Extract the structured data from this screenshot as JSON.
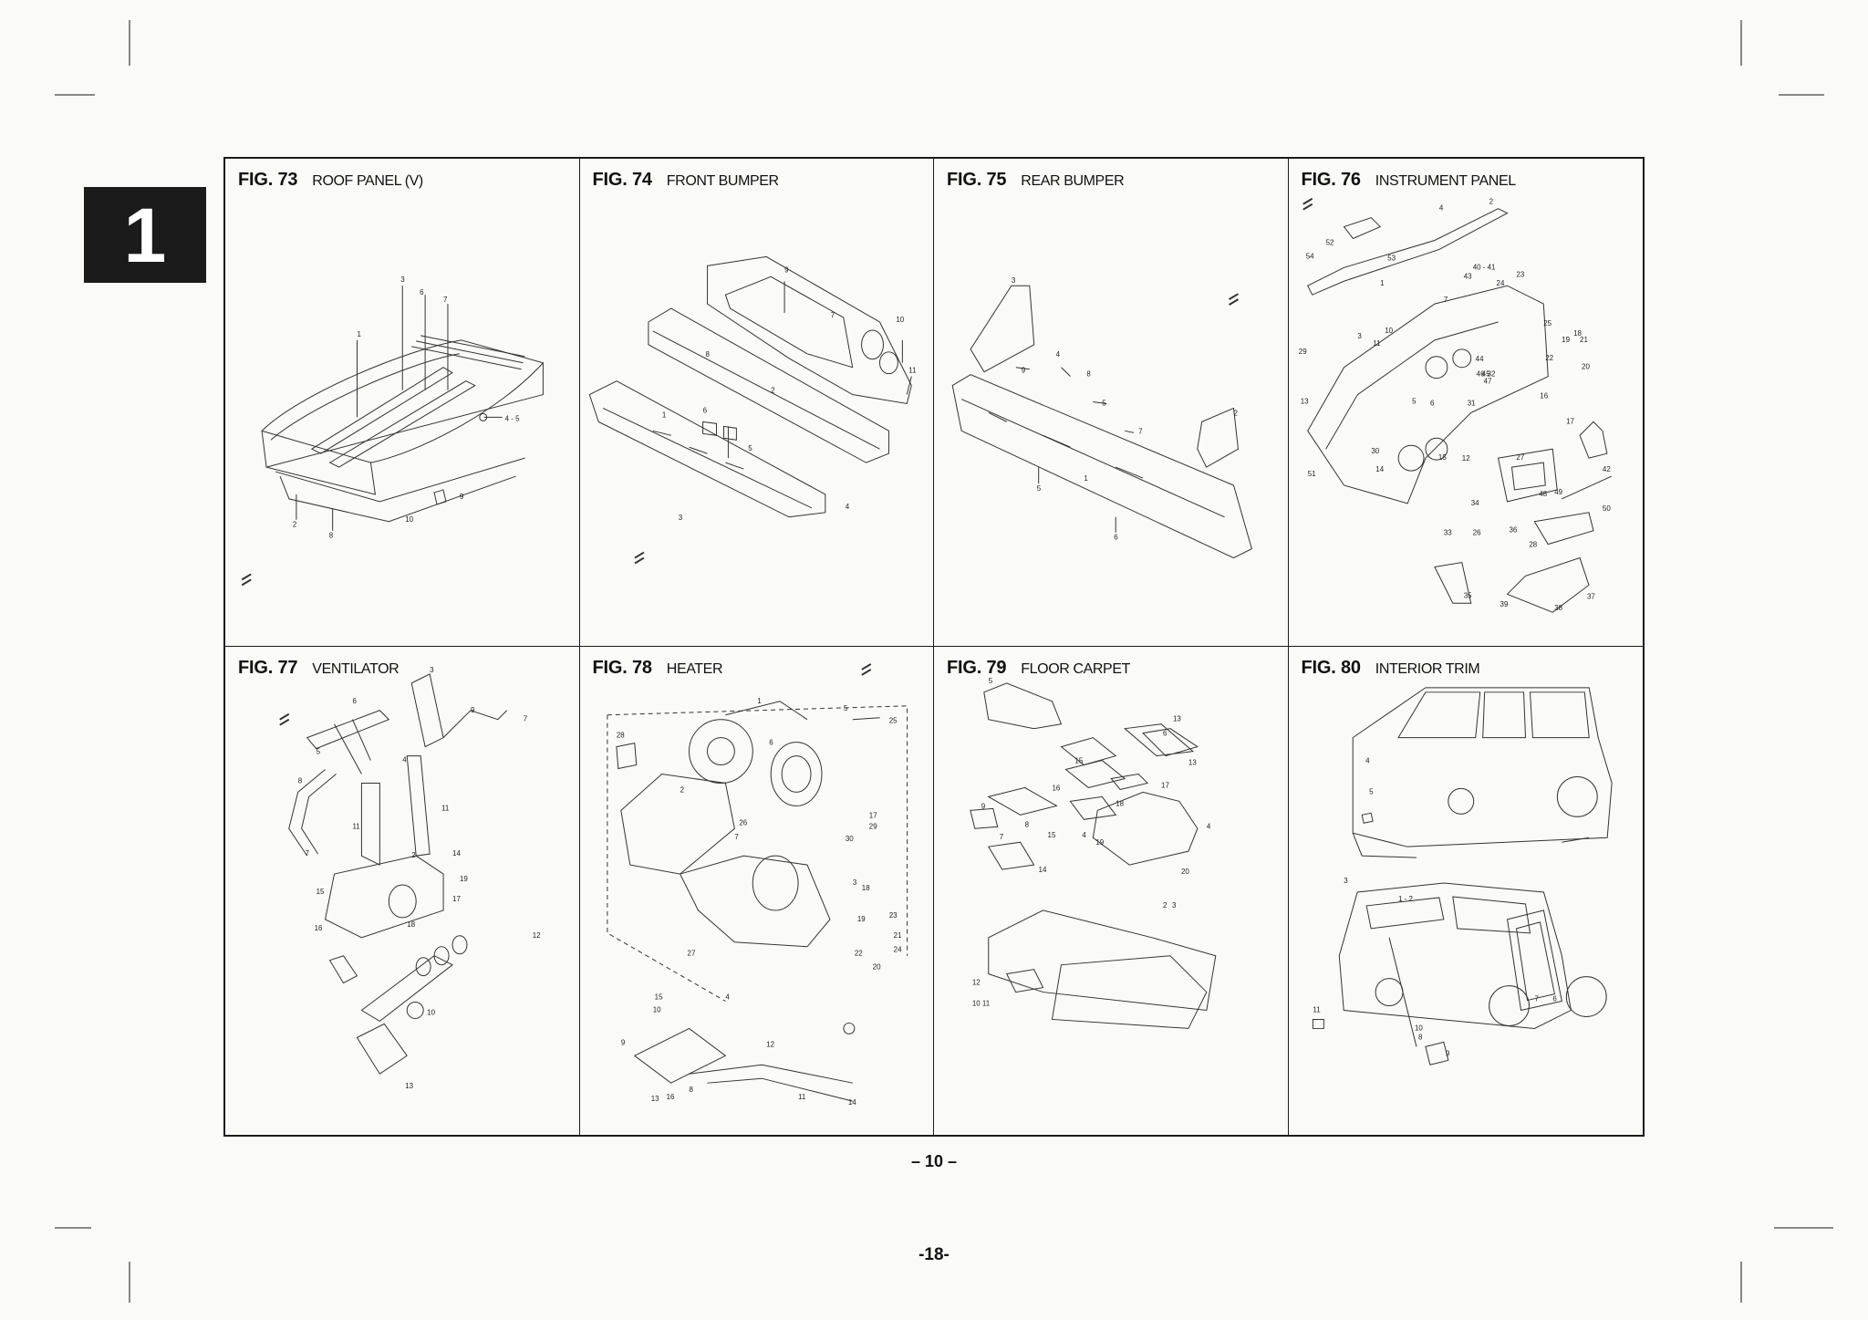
{
  "section_tab": "1",
  "figures": [
    {
      "number": "FIG. 73",
      "title": "ROOF PANEL (V)",
      "part_numbers": [
        "1",
        "2",
        "3",
        "4 - 5",
        "6",
        "7",
        "8",
        "9",
        "10"
      ]
    },
    {
      "number": "FIG. 74",
      "title": "FRONT BUMPER",
      "part_numbers": [
        "1",
        "2",
        "3",
        "4",
        "5",
        "6",
        "7",
        "8",
        "9",
        "10",
        "11"
      ]
    },
    {
      "number": "FIG. 75",
      "title": "REAR BUMPER",
      "part_numbers": [
        "1",
        "2",
        "3",
        "4",
        "5",
        "6",
        "7",
        "8",
        "9"
      ]
    },
    {
      "number": "FIG. 76",
      "title": "INSTRUMENT PANEL",
      "part_numbers": [
        "1",
        "2",
        "3",
        "4",
        "5",
        "6",
        "7",
        "10",
        "11",
        "12",
        "13",
        "14",
        "15",
        "16",
        "17",
        "18",
        "19",
        "20",
        "21",
        "22",
        "23",
        "24",
        "25",
        "26",
        "27",
        "28",
        "29",
        "30",
        "31",
        "32",
        "33",
        "34",
        "35",
        "36",
        "37",
        "38",
        "39",
        "40 - 41",
        "42",
        "43",
        "44",
        "45",
        "46",
        "47",
        "48",
        "49",
        "50",
        "51",
        "52",
        "53",
        "54"
      ]
    },
    {
      "number": "FIG. 77",
      "title": "VENTILATOR",
      "part_numbers": [
        "2",
        "3",
        "4",
        "5",
        "6",
        "7",
        "8",
        "9",
        "10",
        "11",
        "12",
        "13",
        "14",
        "15",
        "16",
        "17",
        "18",
        "19"
      ]
    },
    {
      "number": "FIG. 78",
      "title": "HEATER",
      "part_numbers": [
        "1",
        "2",
        "3",
        "4",
        "5",
        "6",
        "7",
        "8",
        "9",
        "10",
        "11",
        "12",
        "13",
        "14",
        "15",
        "16",
        "17",
        "18",
        "19",
        "20",
        "21",
        "22",
        "23",
        "24",
        "25",
        "26",
        "27",
        "28",
        "29",
        "30"
      ]
    },
    {
      "number": "FIG. 79",
      "title": "FLOOR CARPET",
      "part_numbers": [
        "2 3",
        "4",
        "5",
        "6",
        "7",
        "8",
        "9",
        "10 11",
        "12",
        "13",
        "14",
        "15",
        "16",
        "17",
        "18",
        "19",
        "20"
      ]
    },
    {
      "number": "FIG. 80",
      "title": "INTERIOR TRIM",
      "part_numbers": [
        "1 - 2",
        "3",
        "4",
        "5",
        "6",
        "7",
        "8",
        "9",
        "10",
        "11"
      ]
    }
  ],
  "page_number": "– 10 –",
  "sheet_number": "-18-"
}
